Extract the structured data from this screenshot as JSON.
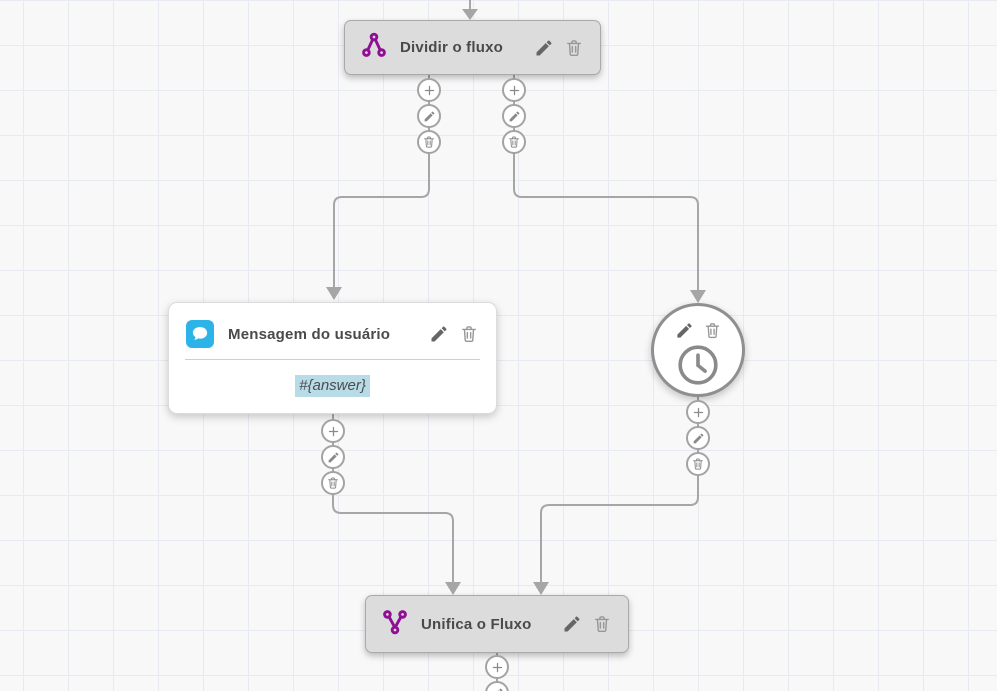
{
  "colors": {
    "accent_purple": "#8e0e94",
    "accent_blue": "#2cb3e8",
    "connector_gray": "#a6a6a6",
    "node_fill": "#dcdcdc",
    "highlight_blue": "#b8dbe8"
  },
  "flow": {
    "split_node": {
      "title": "Dividir o fluxo",
      "icon": "split-branch-icon"
    },
    "user_message_node": {
      "title": "Mensagem do usuário",
      "icon": "chat-bubble-icon",
      "body_value": "#{answer}"
    },
    "timer_node": {
      "icon": "clock-icon"
    },
    "merge_node": {
      "title": "Unifica o Fluxo",
      "icon": "merge-branch-icon"
    }
  }
}
